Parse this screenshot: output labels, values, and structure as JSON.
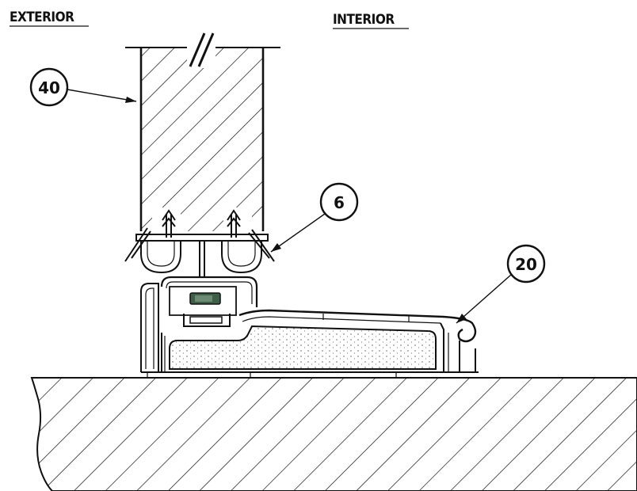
{
  "headers": {
    "exterior": "EXTERIOR",
    "interior": "INTERIOR"
  },
  "callouts": [
    {
      "id": "door",
      "label": "40"
    },
    {
      "id": "seal",
      "label": "6"
    },
    {
      "id": "threshold",
      "label": "20"
    }
  ],
  "colors": {
    "line": "#111111",
    "background": "#ffffff",
    "foam": "#f2f2f2",
    "insert": "#3e5e48"
  }
}
